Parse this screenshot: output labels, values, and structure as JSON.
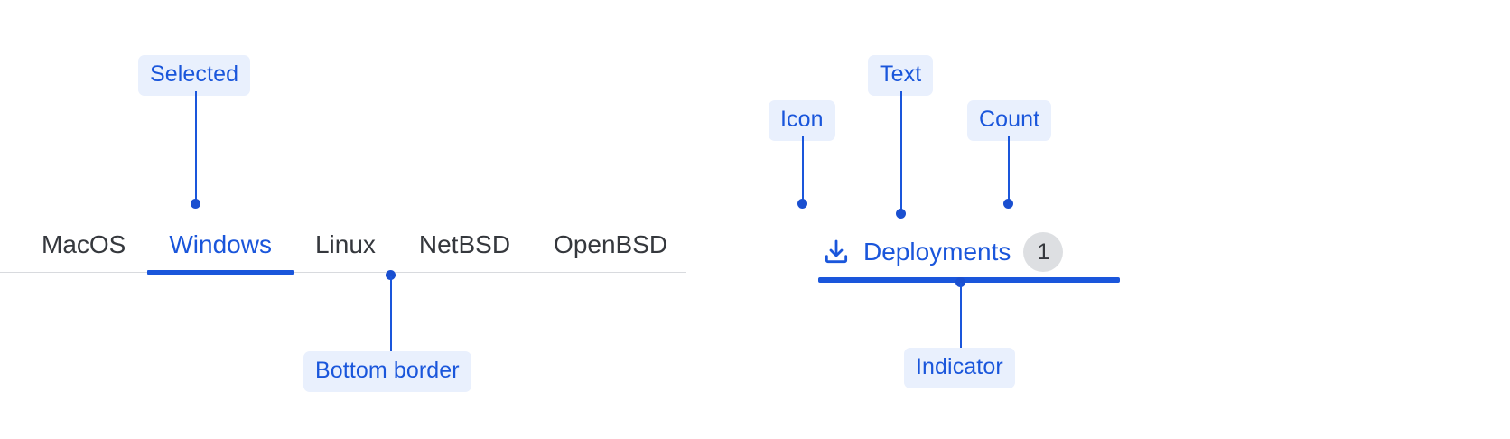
{
  "left_example": {
    "tabs": [
      {
        "label": "MacOS",
        "active": false
      },
      {
        "label": "Windows",
        "active": true
      },
      {
        "label": "Linux",
        "active": false
      },
      {
        "label": "NetBSD",
        "active": false
      },
      {
        "label": "OpenBSD",
        "active": false
      }
    ],
    "annotations": {
      "selected": "Selected",
      "bottom_border": "Bottom border"
    }
  },
  "right_example": {
    "tab": {
      "icon": "download-icon",
      "text": "Deployments",
      "count": "1"
    },
    "annotations": {
      "icon": "Icon",
      "text": "Text",
      "count": "Count",
      "indicator": "Indicator"
    }
  },
  "colors": {
    "accent": "#1a56db",
    "callout_bg": "#e9f0fd",
    "tab_text": "#35383d",
    "divider": "#d8dade",
    "badge_bg": "#dddfe2"
  }
}
